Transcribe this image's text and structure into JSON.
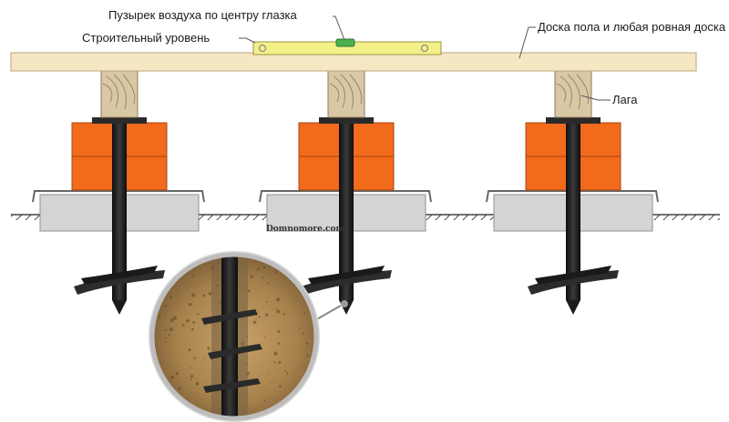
{
  "labels": {
    "bubble": "Пузырек воздуха по центру глазка",
    "level": "Строительный уровень",
    "board": "Доска пола и любая ровная доска",
    "joist": "Лага"
  },
  "watermark": "Domnomore.com",
  "colors": {
    "board": "#f5e7c4",
    "level": "#f3f08a",
    "timber": "#d9c8a6",
    "brick": "#f26a1b",
    "concrete": "#d4d4d4",
    "pile": "#1c1c1c"
  },
  "pile_count": 3
}
